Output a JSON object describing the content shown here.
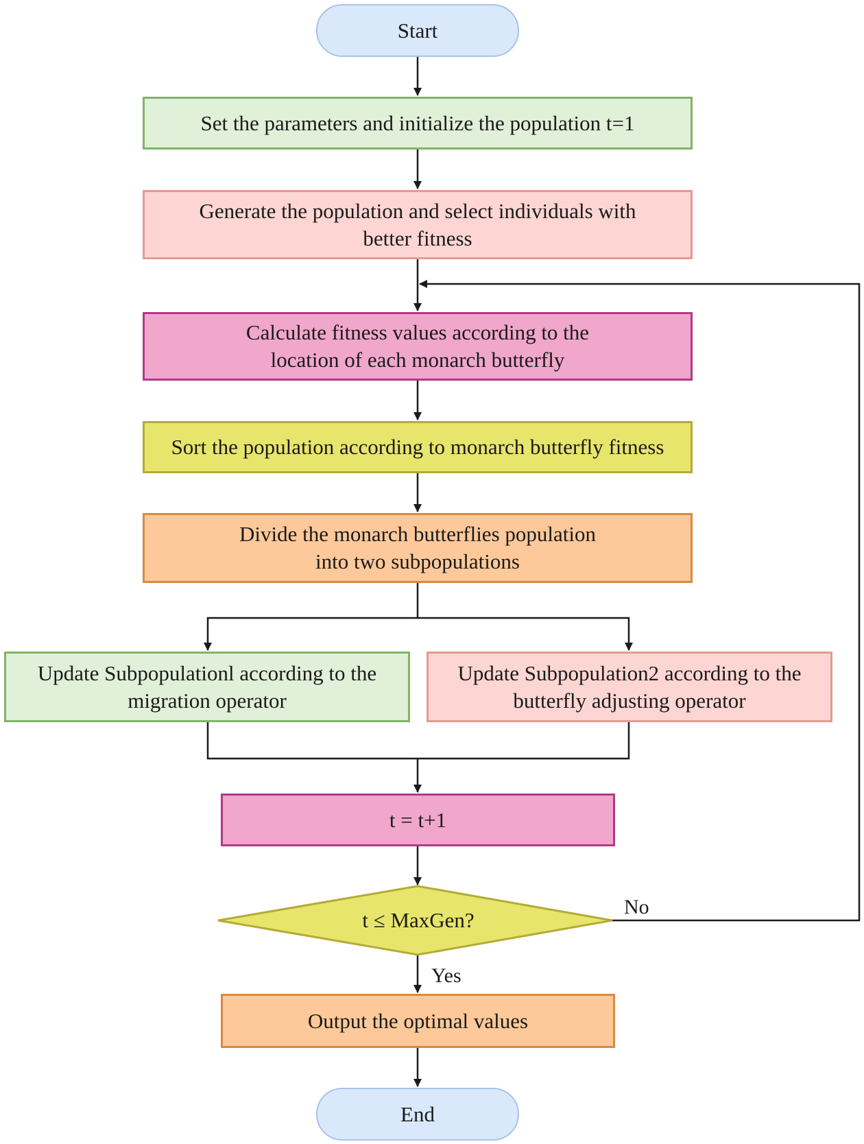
{
  "nodes": {
    "start": "Start",
    "init": "Set the parameters and initialize the population t=1",
    "generate": [
      "Generate the population and select individuals with",
      "better fitness"
    ],
    "calculate": [
      "Calculate fitness values according to the",
      "location of each monarch butterfly"
    ],
    "sort": "Sort the population according to monarch butterfly fitness",
    "divide": [
      "Divide the monarch butterflies population",
      "into two subpopulations"
    ],
    "update1": [
      "Update Subpopulationl according to the",
      "migration operator"
    ],
    "update2": [
      "Update Subpopulation2 according to the",
      "butterfly adjusting operator"
    ],
    "increment": "t = t+1",
    "decision": "t ≤ MaxGen?",
    "output": "Output the optimal values",
    "end": "End"
  },
  "edge_labels": {
    "no": "No",
    "yes": "Yes"
  },
  "colors": {
    "terminal_fill": "#dae8fc",
    "green_fill": "#e1f0d8",
    "salmon_fill": "#fdd6d3",
    "magenta_fill": "#f0a7cb",
    "yellow_fill": "#e8e56c",
    "orange_fill": "#fdc99a",
    "connector": "#1a1a1a"
  }
}
